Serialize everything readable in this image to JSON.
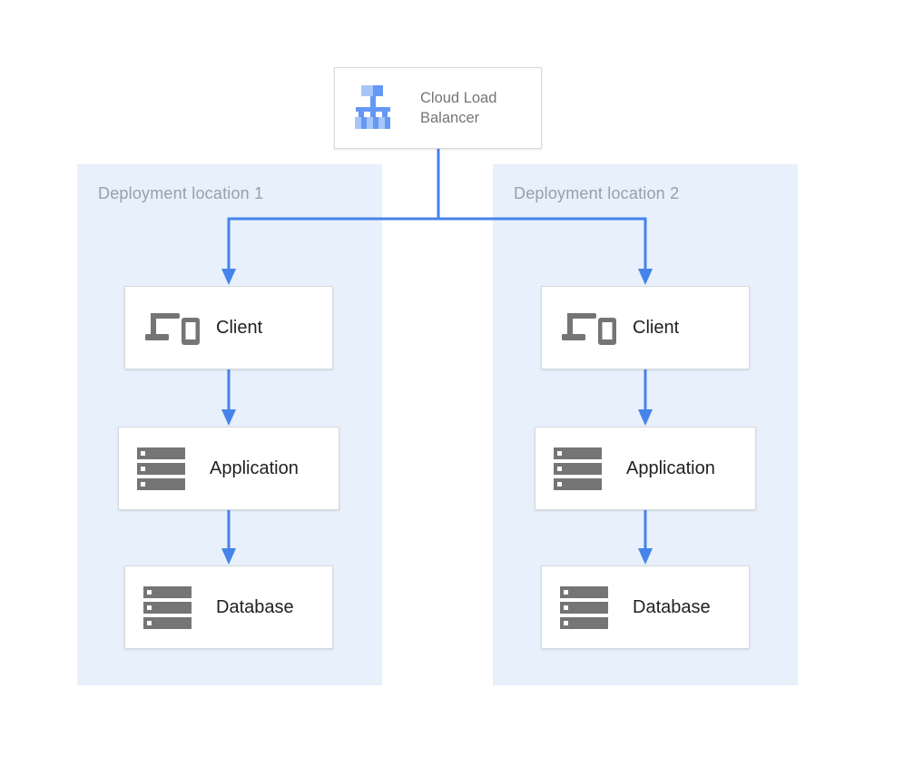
{
  "diagram": {
    "load_balancer": {
      "label": "Cloud Load Balancer",
      "icon": "cloud-load-balancer-icon"
    },
    "regions": [
      {
        "label": "Deployment location 1",
        "nodes": [
          {
            "label": "Client",
            "icon": "devices-icon"
          },
          {
            "label": "Application",
            "icon": "server-stack-icon"
          },
          {
            "label": "Database",
            "icon": "server-stack-icon"
          }
        ]
      },
      {
        "label": "Deployment location 2",
        "nodes": [
          {
            "label": "Client",
            "icon": "devices-icon"
          },
          {
            "label": "Application",
            "icon": "server-stack-icon"
          },
          {
            "label": "Database",
            "icon": "server-stack-icon"
          }
        ]
      }
    ],
    "colors": {
      "connector_blue": "#4683ea",
      "region_background": "#e7f0fb",
      "node_border": "#d7d9dc",
      "icon_gray": "#757575",
      "node_text": "#212121",
      "region_label_text": "#99a0a8",
      "lb_icon_light": "#a6c6fa",
      "lb_icon_medium": "#6598f5"
    }
  }
}
